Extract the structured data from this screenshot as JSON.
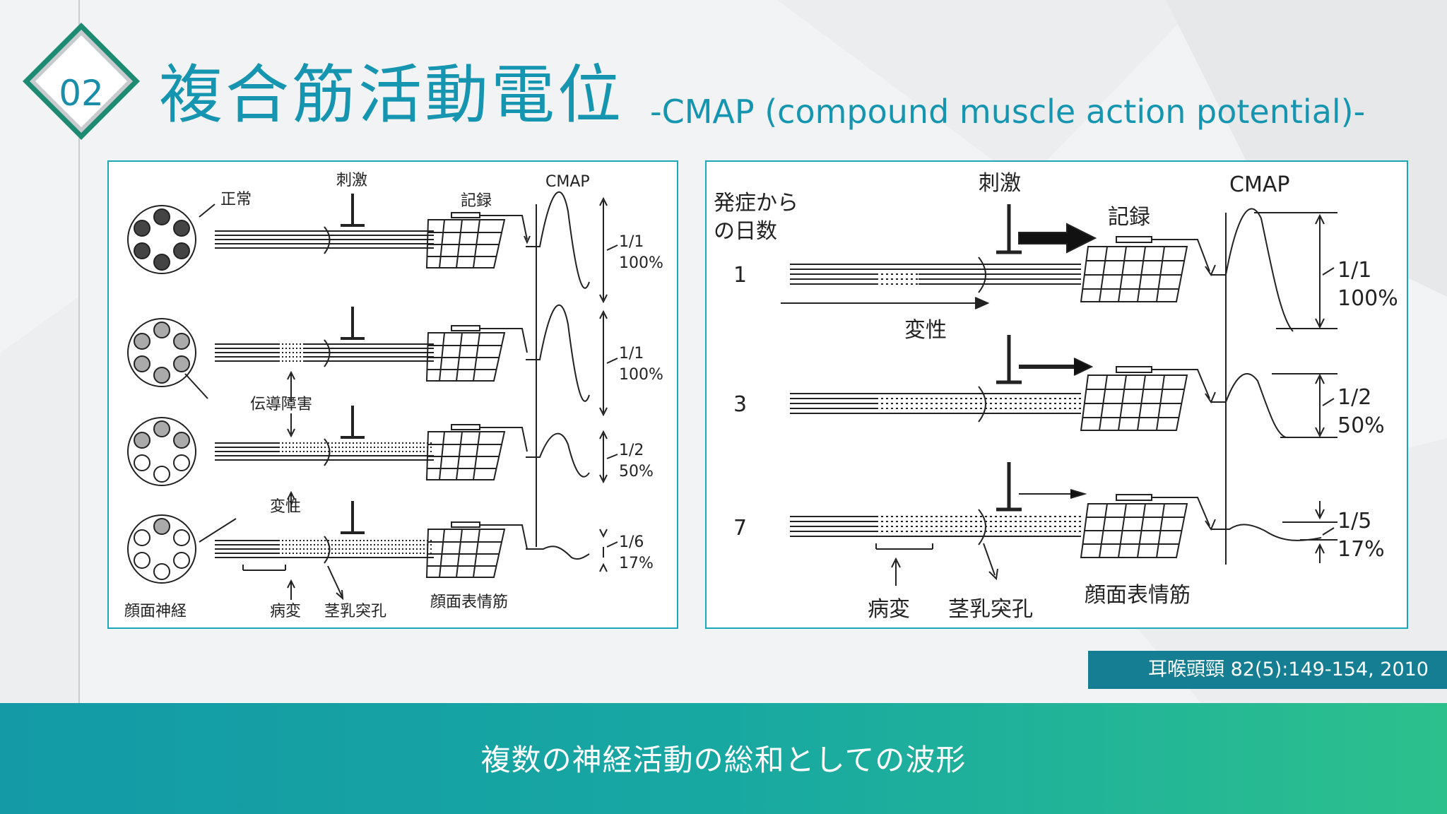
{
  "slide": {
    "number": "02",
    "title": "複合筋活動電位",
    "subtitle": "-CMAP (compound muscle action potential)-",
    "citation": "耳喉頭頸 82(5):149-154, 2010",
    "footer": "複数の神経活動の総和としての波形"
  },
  "left_figure": {
    "stimulus": "刺激",
    "record": "記録",
    "cmap": "CMAP",
    "normal": "正常",
    "conduction_block": "伝導障害",
    "degeneration": "変性",
    "facial_nerve": "顔面神経",
    "lesion": "病変",
    "stylomastoid": "茎乳突孔",
    "facial_muscle": "顔面表情筋",
    "rows": [
      {
        "ratio": "1/1",
        "pct": "100%"
      },
      {
        "ratio": "1/1",
        "pct": "100%"
      },
      {
        "ratio": "1/2",
        "pct": "50%"
      },
      {
        "ratio": "1/6",
        "pct": "17%"
      }
    ]
  },
  "right_figure": {
    "stimulus": "刺激",
    "record": "記録",
    "cmap": "CMAP",
    "days_label_1": "発症から",
    "days_label_2": "の日数",
    "degeneration": "変性",
    "lesion": "病変",
    "stylomastoid": "茎乳突孔",
    "facial_muscle": "顔面表情筋",
    "rows": [
      {
        "day": "1",
        "ratio": "1/1",
        "pct": "100%"
      },
      {
        "day": "3",
        "ratio": "1/2",
        "pct": "50%"
      },
      {
        "day": "7",
        "ratio": "1/5",
        "pct": "17%"
      }
    ]
  }
}
